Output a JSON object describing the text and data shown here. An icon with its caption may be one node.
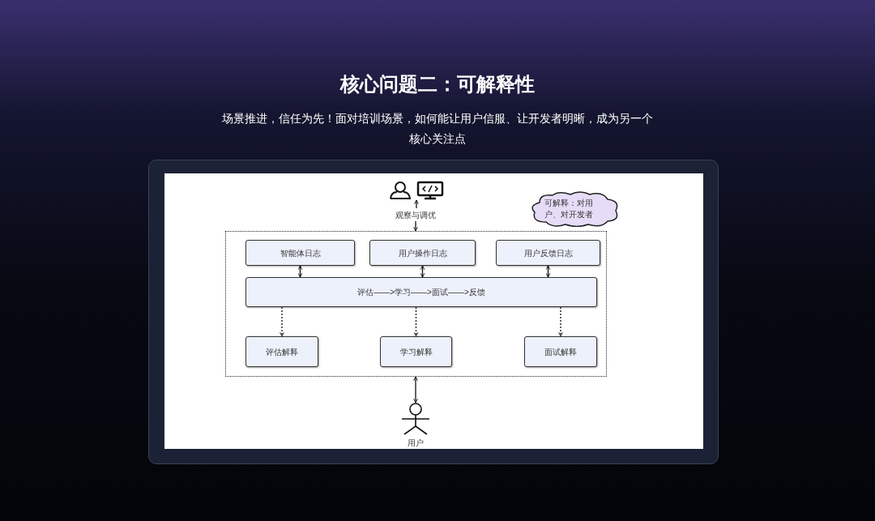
{
  "diagram": {
    "title": "核心问题二：可解释性",
    "nodes": [
      {
        "text": [],
        "shape": "picture"
      },
      {
        "text": [
          "观察与调优"
        ]
      },
      {
        "text": [],
        "shape": "box"
      },
      {
        "text": [
          "智能体日志"
        ],
        "in": 2
      },
      {
        "text": [
          "用户操作日志"
        ],
        "in": 2
      },
      {
        "text": [
          "用户反馈日志"
        ],
        "in": 2
      },
      {
        "text": [
          "评估——>学习——>面试——>反馈"
        ],
        "in": 2
      },
      {
        "text": [
          "评估解释"
        ],
        "in": 2
      },
      {
        "text": [
          "学习解释"
        ],
        "in": 2
      },
      {
        "text": [
          "面试解释"
        ],
        "in": 2
      },
      {
        "text": [
          "可解释：对用户、对开发者"
        ]
      },
      {
        "text": [],
        "shape": "person",
        "beside": [
          "用户"
        ]
      }
    ],
    "edges": [
      {
        "from": 1,
        "to": 0,
        "arrow": "to"
      },
      {
        "from": 1,
        "to": 2,
        "arrow": "to"
      },
      {
        "from": 3,
        "to": 6,
        "arrow": "both"
      },
      {
        "from": 4,
        "to": 6,
        "arrow": "both"
      },
      {
        "from": 5,
        "to": 6,
        "arrow": "both"
      },
      {
        "from": 6,
        "to": 7,
        "arrow": "to",
        "style": "dashed"
      },
      {
        "from": 6,
        "to": 8,
        "arrow": "to",
        "style": "dashed"
      },
      {
        "from": 6,
        "to": 9,
        "arrow": "to",
        "style": "dashed"
      },
      {
        "from": 11,
        "to": 2,
        "arrow": "both"
      }
    ],
    "labels": [
      "场景推进，信任为先！面对培训场景，如何能让用户信服、让开发者明晰，成为另一个核心关注点"
    ]
  }
}
